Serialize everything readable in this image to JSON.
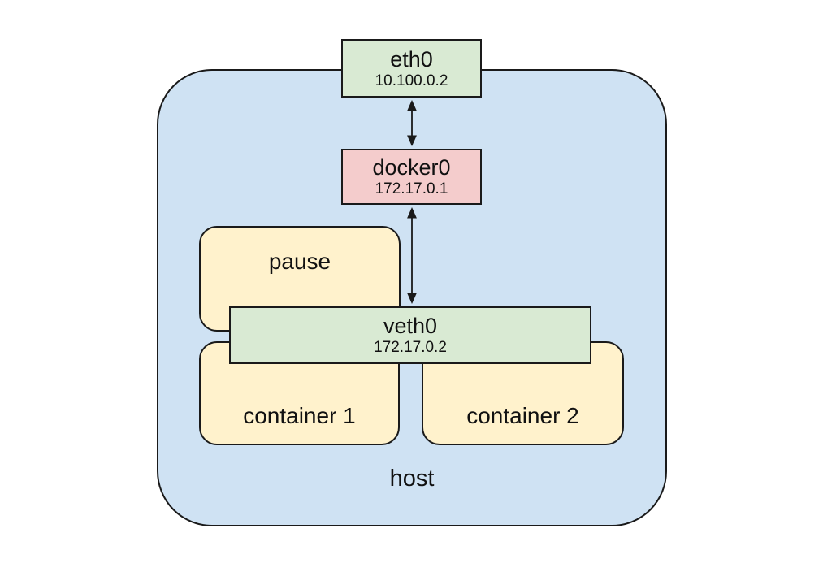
{
  "host": {
    "label": "host"
  },
  "nodes": {
    "eth0": {
      "label": "eth0",
      "ip": "10.100.0.2"
    },
    "docker0": {
      "label": "docker0",
      "ip": "172.17.0.1"
    },
    "veth0": {
      "label": "veth0",
      "ip": "172.17.0.2"
    },
    "pause": {
      "label": "pause"
    },
    "container1": {
      "label": "container 1"
    },
    "container2": {
      "label": "container 2"
    }
  },
  "edges": [
    {
      "from": "eth0",
      "to": "docker0",
      "style": "double-headed-arrow"
    },
    {
      "from": "docker0",
      "to": "veth0",
      "style": "double-headed-arrow"
    }
  ],
  "colors": {
    "host_fill": "#cfe2f3",
    "interface_fill": "#d9ead3",
    "bridge_fill": "#f4cccc",
    "container_fill": "#fff2cc",
    "border": "#1a1a1a",
    "canvas_background": "#ffffff"
  }
}
